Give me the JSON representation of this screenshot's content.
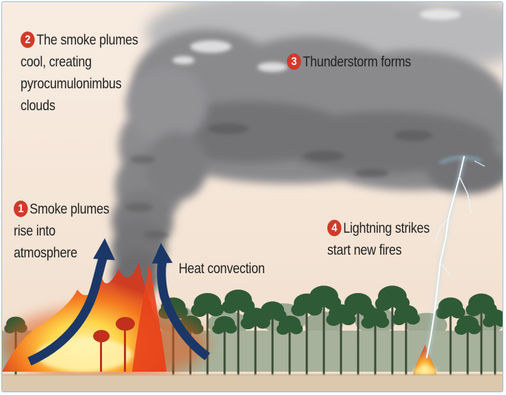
{
  "steps": [
    {
      "number": "1",
      "lines": [
        "Smoke plumes",
        "rise into",
        "atmosphere"
      ]
    },
    {
      "number": "2",
      "lines": [
        "The smoke plumes",
        "cool, creating",
        "pyrocumulonimbus",
        "clouds"
      ]
    },
    {
      "number": "3",
      "lines": [
        "Thunderstorm forms"
      ]
    },
    {
      "number": "4",
      "lines": [
        "Lightning strikes",
        "start new fires"
      ]
    }
  ],
  "heat_label": "Heat convection",
  "colors": {
    "sky": "#f5e8dc",
    "smoke_dark": "#6f6f71",
    "smoke_light": "#a9a9ab",
    "badge": "#d13a2b",
    "arrow": "#1b3767",
    "tree_dark": "#2f5a36",
    "tree_light": "#7e9378",
    "fire_core": "#ffe277",
    "fire_outer": "#e8431c",
    "lightning": "#dfeef8",
    "ground": "#d9c6aa"
  }
}
